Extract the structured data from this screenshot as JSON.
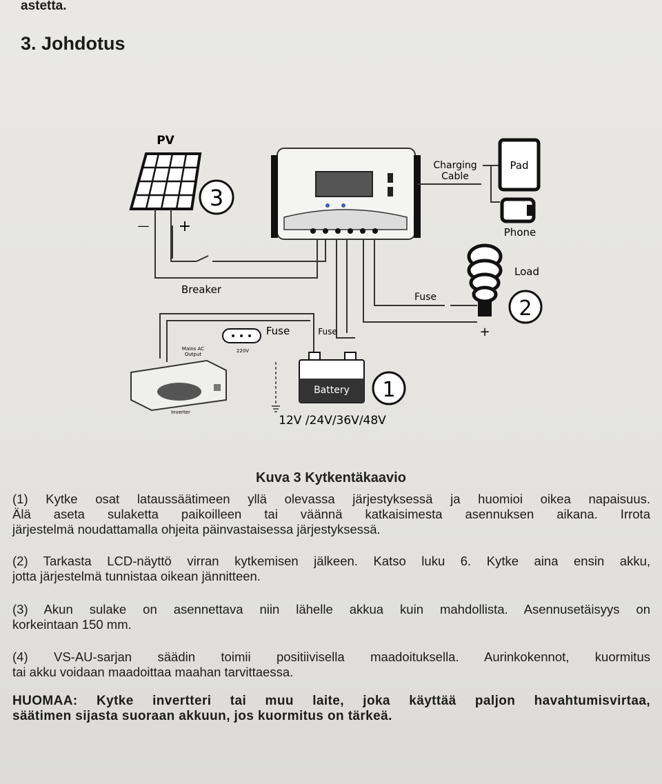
{
  "page": {
    "top_fragment": "astetta.",
    "section_heading": "3. Johdotus"
  },
  "diagram": {
    "pv_label": "PV",
    "pv_number": "3",
    "minus_sign": "—",
    "plus_sign": "+",
    "breaker_label": "Breaker",
    "charging_cable_line1": "Charging",
    "charging_cable_line2": "Cable",
    "pad_label": "Pad",
    "phone_label": "Phone",
    "load_label": "Load",
    "load_number": "2",
    "fuse_load_label": "Fuse",
    "load_plus": "+",
    "fuse_inverter_label": "Fuse",
    "fuse_battery_label": "Fuse",
    "mains_label": "Mains AC",
    "output_label": "Output",
    "voltage_220": "220V",
    "inverter_label": "Inverter",
    "battery_label": "Battery",
    "battery_number": "1",
    "battery_voltage": "12V /24V/36V/48V"
  },
  "caption": "Kuva 3 Kytkentäkaavio",
  "paragraphs": {
    "p1": [
      "(1) Kytke osat lataussäätimeen yllä olevassa järjestyksessä ja huomioi oikea napaisuus.",
      "Älä aseta sulaketta paikoilleen tai väännä katkaisimesta asennuksen aikana. Irrota",
      "järjestelmä noudattamalla ohjeita päinvastaisessa järjestyksessä."
    ],
    "p2": [
      "(2) Tarkasta LCD-näyttö virran kytkemisen jälkeen. Katso luku 6. Kytke aina ensin akku,",
      "jotta järjestelmä tunnistaa oikean jännitteen."
    ],
    "p3": [
      "(3) Akun sulake on asennettava niin lähelle akkua kuin mahdollista. Asennusetäisyys on",
      "korkeintaan 150 mm."
    ],
    "p4": [
      "(4) VS-AU-sarjan säädin toimii positiivisella maadoituksella. Aurinkokennot, kuormitus",
      "tai akku voidaan maadoittaa maahan tarvittaessa."
    ],
    "note": [
      "HUOMAA: Kytke invertteri tai muu laite, joka käyttää paljon havahtumisvirtaa,",
      "säätimen sijasta suoraan akkuun, jos kuormitus on tärkeä."
    ]
  }
}
